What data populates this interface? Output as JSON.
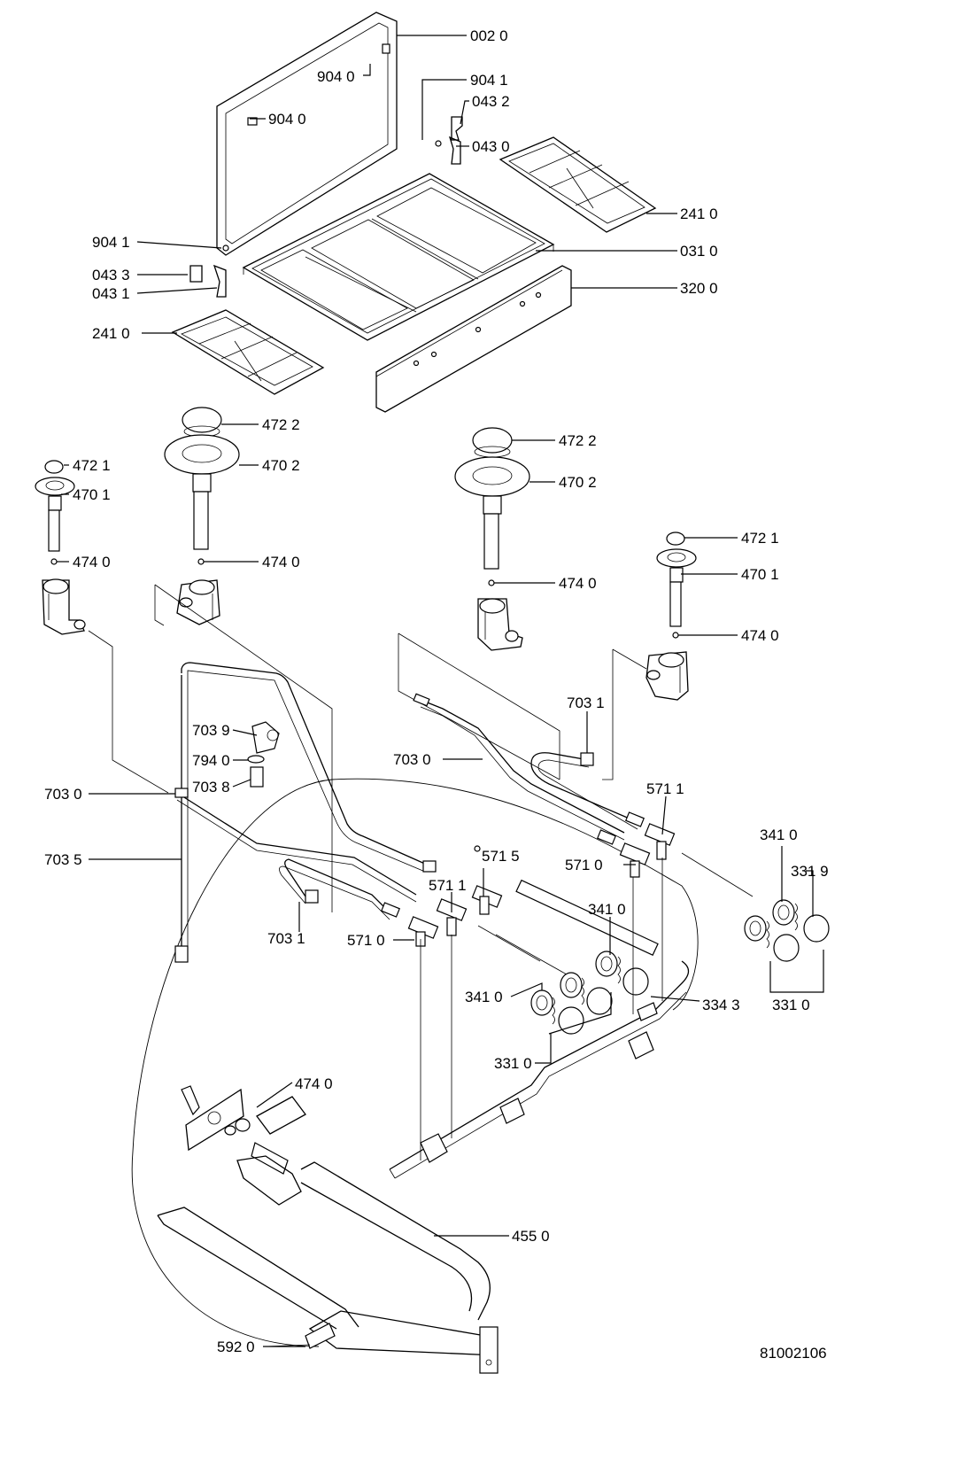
{
  "diagram_id": "81002106",
  "labels": {
    "l_002_0": "002 0",
    "l_904_0_a": "904 0",
    "l_904_0_b": "904 0",
    "l_904_1_a": "904 1",
    "l_043_2": "043 2",
    "l_043_0": "043 0",
    "l_241_0_a": "241 0",
    "l_904_1_b": "904 1",
    "l_043_3": "043 3",
    "l_043_1": "043 1",
    "l_031_0": "031 0",
    "l_320_0": "320 0",
    "l_241_0_b": "241 0",
    "l_472_2_a": "472 2",
    "l_470_2_a": "470 2",
    "l_472_1_a": "472 1",
    "l_470_1_a": "470 1",
    "l_474_0_a": "474 0",
    "l_474_0_b": "474 0",
    "l_472_2_b": "472 2",
    "l_470_2_b": "470 2",
    "l_474_0_c": "474 0",
    "l_472_1_b": "472 1",
    "l_470_1_b": "470 1",
    "l_474_0_d": "474 0",
    "l_703_1_a": "703 1",
    "l_703_9": "703 9",
    "l_794_0": "794 0",
    "l_703_8": "703 8",
    "l_703_0_a": "703 0",
    "l_703_0_b": "703 0",
    "l_571_1_a": "571 1",
    "l_571_5": "571 5",
    "l_571_0_a": "571 0",
    "l_341_0_a": "341 0",
    "l_331_9": "331 9",
    "l_703_5": "703 5",
    "l_571_1_b": "571 1",
    "l_341_0_b": "341 0",
    "l_703_1_b": "703 1",
    "l_571_0_b": "571 0",
    "l_341_0_c": "341 0",
    "l_334_3": "334 3",
    "l_331_0_a": "331 0",
    "l_331_0_b": "331 0",
    "l_474_0_e": "474 0",
    "l_455_0": "455 0",
    "l_592_0": "592 0"
  }
}
